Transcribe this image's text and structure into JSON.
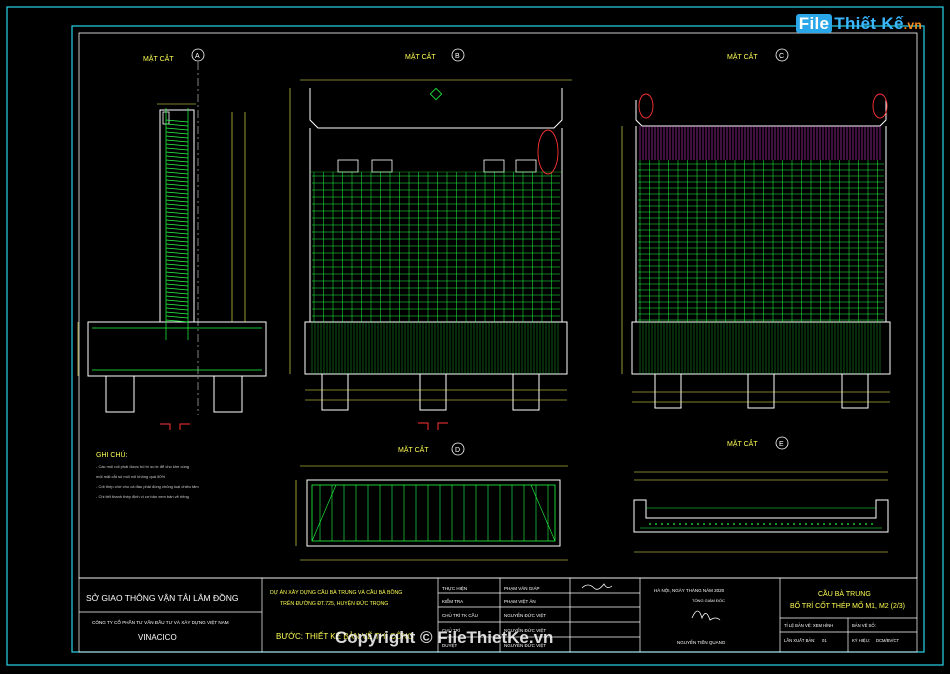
{
  "watermark": {
    "brand_file": "File",
    "brand_name": "Thiết Kế",
    "brand_tld": ".vn",
    "copyright": "Copyright © FileThietKe.vn"
  },
  "sections": {
    "a": {
      "title": "MẶT CẮT",
      "letter": "A"
    },
    "b": {
      "title": "MẶT CẮT",
      "letter": "B"
    },
    "c": {
      "title": "MẶT CẮT",
      "letter": "C"
    },
    "d": {
      "title": "MẶT CẮT",
      "letter": "D"
    },
    "e": {
      "title": "MẶT CẮT",
      "letter": "E"
    }
  },
  "notes": {
    "heading": "GHI CHÚ:",
    "lines": [
      "- Các mối nối phải được bố trí so le để cho khe cùng",
      "một mặt cắt số mối nối không quá 50%",
      "- Cốt thép chờ cho cả đầu phải đúng chủng loại chiều tâm",
      "- Chi tiết thanh thép định vị cơ bản xem bản vẽ riêng"
    ]
  },
  "title_block": {
    "client": "SỞ GIAO THÔNG VẬN TẢI LÂM ĐỒNG",
    "company": "CÔNG TY CỔ PHẦN TƯ VẤN ĐẦU TƯ VÀ XÂY DỰNG VIỆT NAM",
    "company_short": "VINACICO",
    "project_line1": "DỰ ÁN XÂY DỰNG CẦU BÀ TRUNG VÀ CẦU BÀ BỒNG",
    "project_line2": "TRÊN ĐƯỜNG ĐT.725, HUYỆN ĐỨC TRỌNG",
    "stage": "BƯỚC: THIẾT KẾ BẢN VẼ THI CÔNG",
    "roles": [
      {
        "role": "THỰC HIỆN",
        "name": "PHẠM VĂN GIÁP"
      },
      {
        "role": "KIỂM TRA",
        "name": "PHẠM VIỆT ÂN"
      },
      {
        "role": "CHỦ TRÌ TK CẦU",
        "name": "NGUYỄN ĐỨC VIỆT"
      },
      {
        "role": "CHỦ TRÌ",
        "name": "NGUYỄN ĐỨC VIỆT"
      },
      {
        "role": "DUYỆT",
        "name": "NGUYỄN ĐỨC VIỆT"
      }
    ],
    "date_line": "HÀ NỘI, NGÀY    THÁNG    NĂM 2020",
    "director_title": "TỔNG GIÁM ĐỐC",
    "director_name": "NGUYỄN TIẾN QUANG",
    "bridge": "CẦU BÀ TRUNG",
    "drawing_title": "BỐ TRÍ CỐT THÉP MỐ M1, M2 (2/3)",
    "scale_label": "TỈ LỆ BẢN VẼ: XEM HÌNH",
    "sheet_label": "BẢN VẼ SỐ:",
    "revision_label": "LẦN XUẤT BẢN:",
    "revision": "01",
    "file_label": "KÝ HIỆU:",
    "file_code": "DCM/BV/CT"
  },
  "colors": {
    "frame": "#28d4e8",
    "rebar": "#22ff44",
    "concrete": "#ffffff",
    "dim": "#ffff55",
    "label": "#ffffff",
    "accent": "#ff3333",
    "magenta": "#ff44ff"
  }
}
